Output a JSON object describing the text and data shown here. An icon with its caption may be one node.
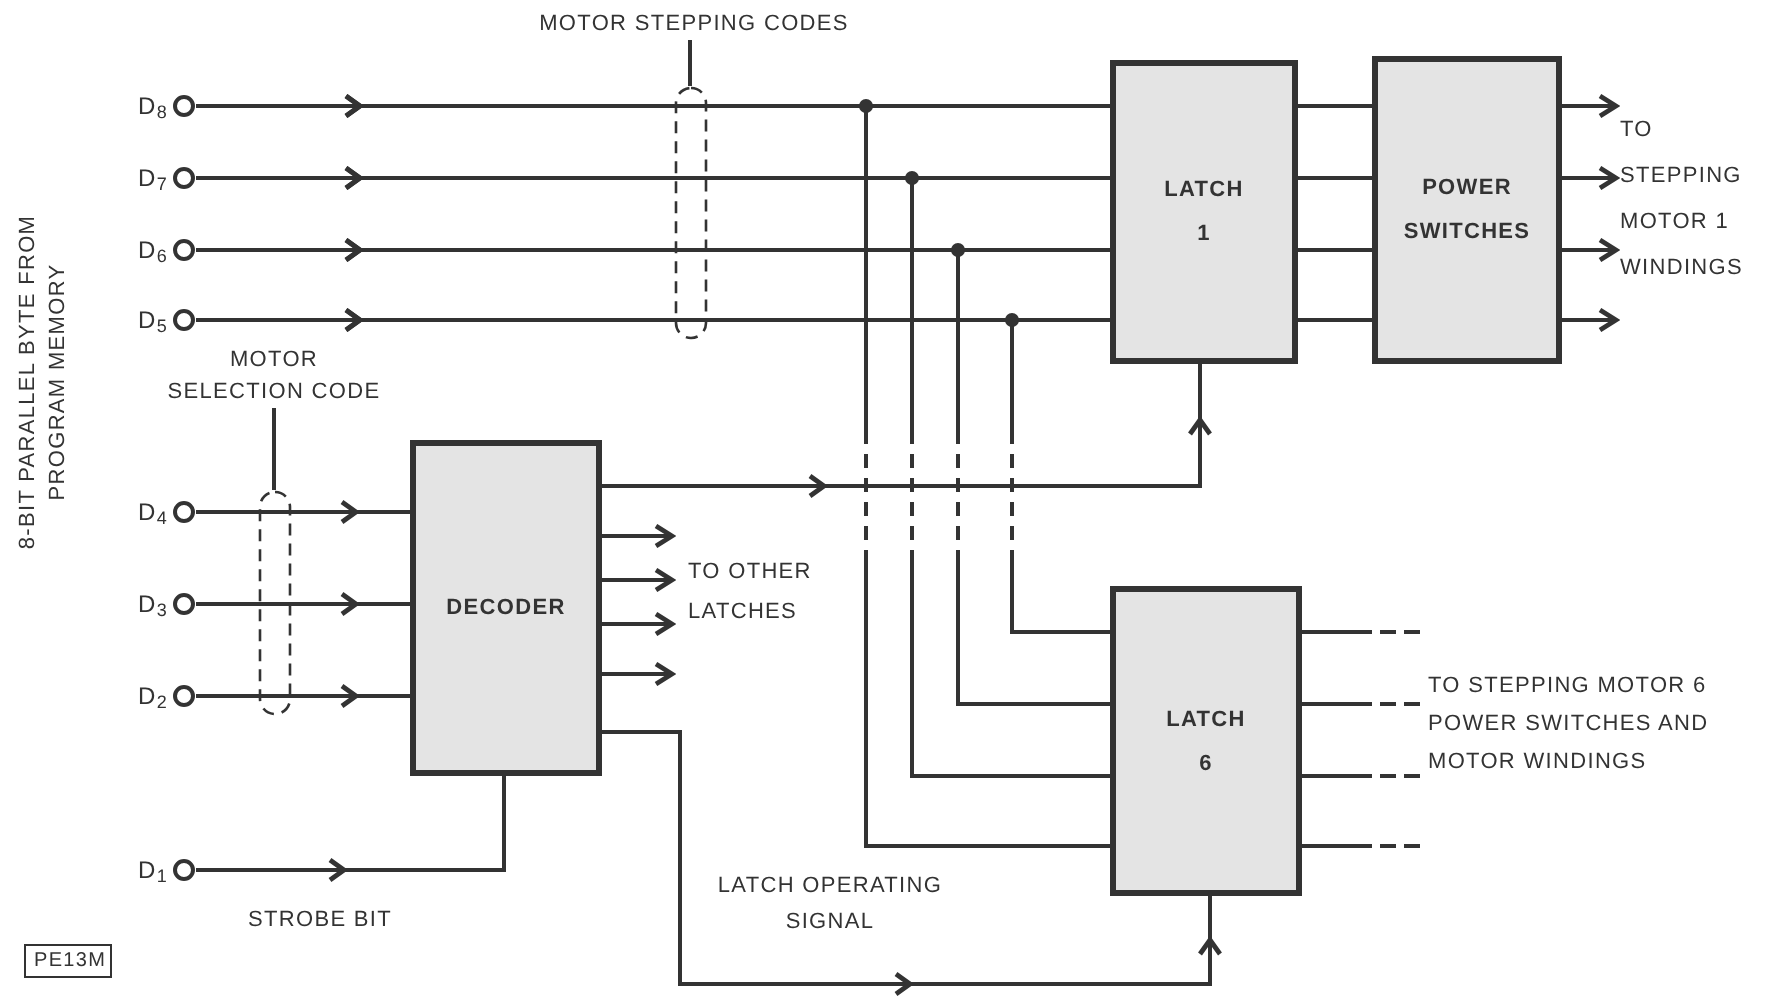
{
  "diagram": {
    "nodes": [
      {
        "text": [
          "MOTOR STEPPING CODES"
        ]
      },
      {
        "text": [
          "D$_{8}$"
        ]
      },
      {
        "text": [
          "D$_{7}$"
        ]
      },
      {
        "text": [
          "D$_{6}$"
        ]
      },
      {
        "text": [
          "D$_{5}$"
        ]
      },
      {
        "text": [
          "LATCH 1"
        ]
      },
      {
        "text": [
          "POWER SWITCHES"
        ]
      },
      {
        "text": [
          "MOTOR SELECTION CODE"
        ]
      },
      {
        "text": [
          "D$_{4}$"
        ]
      },
      {
        "text": [
          "D$_{3}$"
        ]
      },
      {
        "text": [
          "D$_{2}$"
        ]
      },
      {
        "text": [
          "DECODER"
        ]
      },
      {
        "text": [
          "LATCH 6"
        ]
      },
      {
        "text": [
          "D$_{1}$"
        ]
      },
      {
        "text": [
          "TO OTHER LATCHES"
        ]
      },
      {
        "text": [
          "TO STEPPING MOTOR 1 WINDINGS"
        ]
      },
      {
        "text": [
          "TO STEPPING MOTOR 6 POWER SWITCHES AND MOTOR WINDINGS"
        ]
      }
    ],
    "edges": [
      {
        "from": 0,
        "to": null,
        "arrow": "none"
      },
      {
        "from": 7,
        "to": null,
        "arrow": "none"
      },
      {
        "from": 1,
        "to": 5,
        "arrow": "to"
      },
      {
        "from": 2,
        "to": 5,
        "arrow": "to"
      },
      {
        "from": 3,
        "to": 5,
        "arrow": "to"
      },
      {
        "from": 4,
        "to": 5,
        "arrow": "to"
      },
      {
        "from": 1,
        "to": 12,
        "arrow": "to",
        "style": "dashed"
      },
      {
        "from": 2,
        "to": 12,
        "arrow": "to",
        "style": "dashed"
      },
      {
        "from": 3,
        "to": 12,
        "arrow": "to",
        "style": "dashed"
      },
      {
        "from": 4,
        "to": 12,
        "arrow": "to",
        "style": "dashed"
      },
      {
        "from": 5,
        "to": 6,
        "arrow": "none"
      },
      {
        "from": 5,
        "to": 6,
        "arrow": "none"
      },
      {
        "from": 5,
        "to": 6,
        "arrow": "none"
      },
      {
        "from": 5,
        "to": 6,
        "arrow": "none"
      },
      {
        "from": 6,
        "to": 15,
        "arrow": "to"
      },
      {
        "from": 6,
        "to": 15,
        "arrow": "to"
      },
      {
        "from": 6,
        "to": 15,
        "arrow": "to"
      },
      {
        "from": 6,
        "to": 15,
        "arrow": "to"
      },
      {
        "from": 8,
        "to": 11,
        "arrow": "to"
      },
      {
        "from": 9,
        "to": 11,
        "arrow": "to"
      },
      {
        "from": 10,
        "to": 11,
        "arrow": "to"
      },
      {
        "from": 13,
        "to": 11,
        "arrow": "to"
      },
      {
        "from": 11,
        "to": 14,
        "arrow": "to"
      },
      {
        "from": 11,
        "to": 14,
        "arrow": "to"
      },
      {
        "from": 11,
        "to": 14,
        "arrow": "to"
      },
      {
        "from": 11,
        "to": 14,
        "arrow": "to"
      },
      {
        "from": 11,
        "to": 5,
        "arrow": "to"
      },
      {
        "from": 11,
        "to": 12,
        "arrow": "to",
        "label": "LATCH OPERATING SIGNAL"
      },
      {
        "from": 12,
        "to": 16,
        "arrow": "none",
        "style": "dashed"
      },
      {
        "from": 12,
        "to": 16,
        "arrow": "none",
        "style": "dashed"
      },
      {
        "from": 12,
        "to": 16,
        "arrow": "none",
        "style": "dashed"
      },
      {
        "from": 12,
        "to": 16,
        "arrow": "none",
        "style": "dashed"
      }
    ],
    "labels": [
      "8-BIT PARALLEL BYTE FROM PROGRAM MEMORY",
      "STROBE BIT",
      "PE13M"
    ]
  }
}
